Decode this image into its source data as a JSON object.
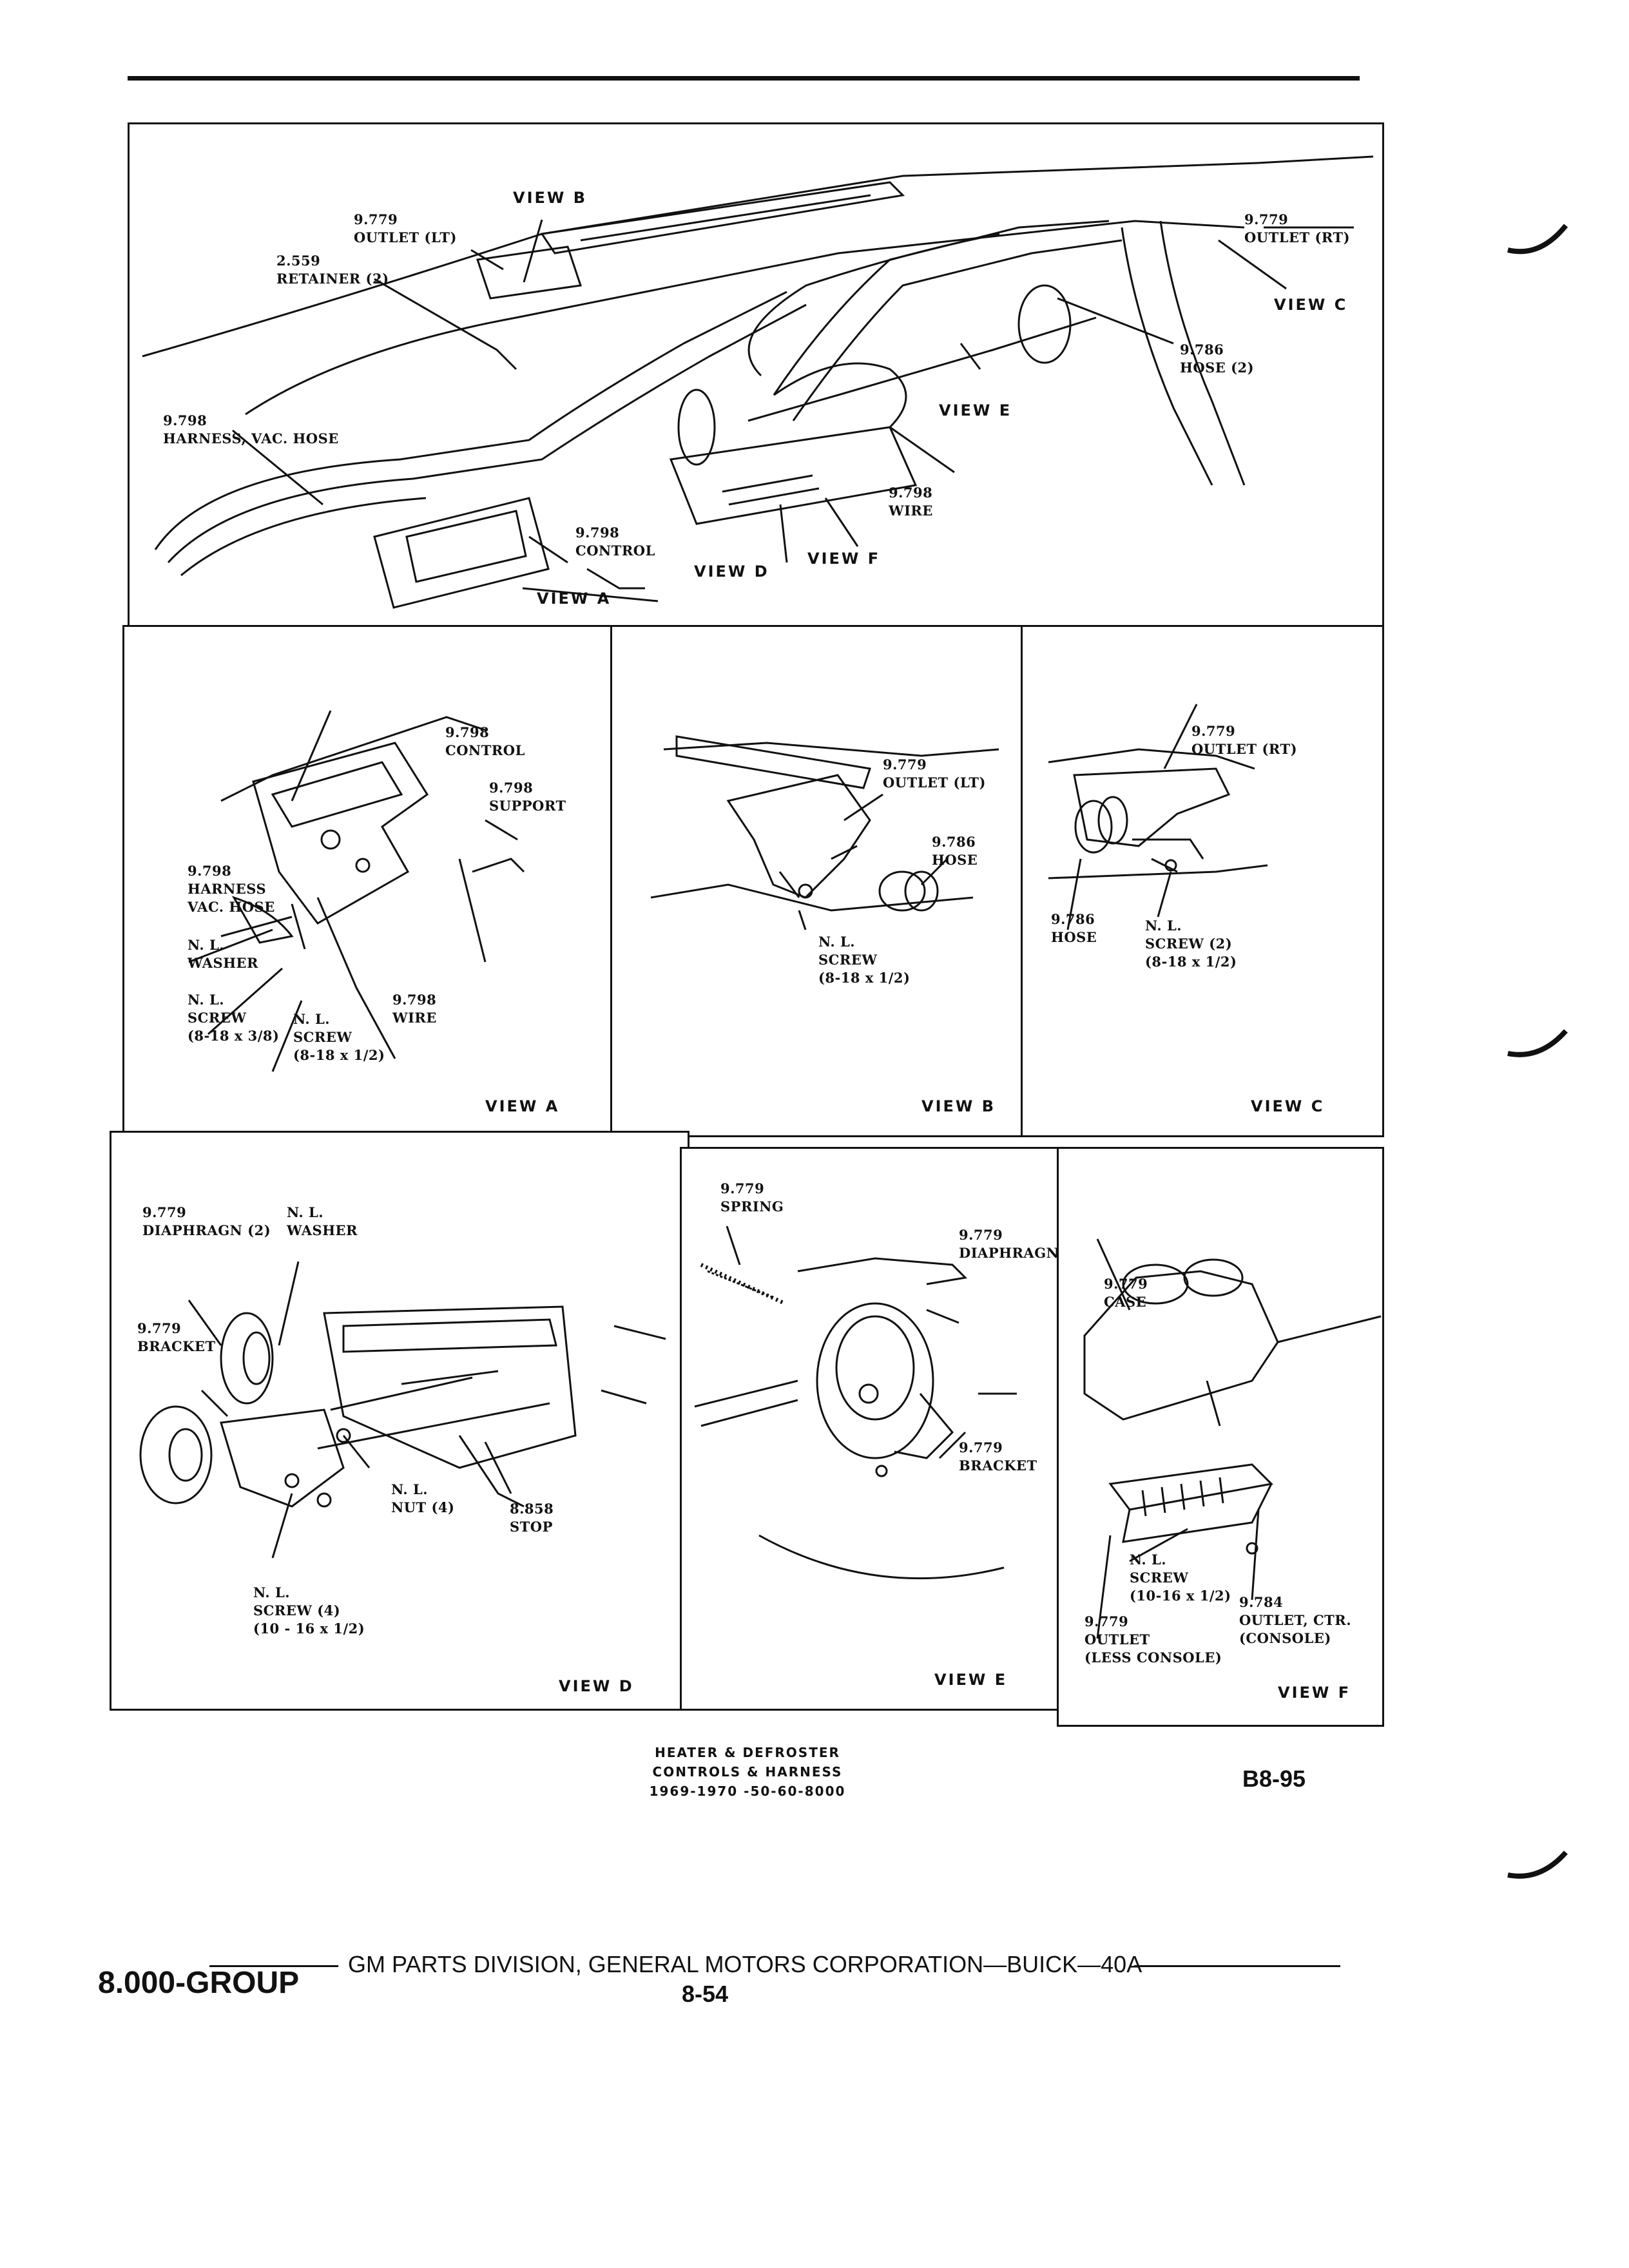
{
  "header_rule": true,
  "main_view": {
    "labels": {
      "view_b": "VIEW B",
      "outlet_lt": "9.779\nOUTLET (LT)",
      "retainer": "2.559\nRETAINER (2)",
      "outlet_rt": "9.779\nOUTLET (RT)",
      "view_c": "VIEW C",
      "hose": "9.786\nHOSE (2)",
      "view_e": "VIEW E",
      "harness": "9.798\nHARNESS, VAC. HOSE",
      "wire": "9.798\nWIRE",
      "control": "9.798\nCONTROL",
      "view_d": "VIEW D",
      "view_f": "VIEW F",
      "view_a": "VIEW A"
    }
  },
  "view_a": {
    "title": "VIEW A",
    "labels": {
      "control": "9.798\nCONTROL",
      "support": "9.798\nSUPPORT",
      "harness": "9.798\nHARNESS\nVAC. HOSE",
      "washer": "N. L.\nWASHER",
      "screw_38": "N. L.\nSCREW\n(8-18 x 3/8)",
      "screw_12": "N. L.\nSCREW\n(8-18 x 1/2)",
      "wire": "9.798\nWIRE"
    }
  },
  "view_b": {
    "title": "VIEW B",
    "labels": {
      "outlet_lt": "9.779\nOUTLET (LT)",
      "hose": "9.786\nHOSE",
      "screw": "N. L.\nSCREW\n(8-18 x 1/2)"
    }
  },
  "view_c": {
    "title": "VIEW C",
    "labels": {
      "outlet_rt": "9.779\nOUTLET (RT)",
      "hose": "9.786\nHOSE",
      "screw": "N. L.\nSCREW (2)\n(8-18 x 1/2)"
    }
  },
  "view_d": {
    "title": "VIEW D",
    "labels": {
      "diaphragm": "9.779\nDIAPHRAGN (2)",
      "washer": "N. L.\nWASHER",
      "bracket": "9.779\nBRACKET",
      "nut": "N. L.\nNUT (4)",
      "stop": "8.858\nSTOP",
      "screw": "N. L.\nSCREW (4)\n(10 - 16 x 1/2)"
    }
  },
  "view_e": {
    "title": "VIEW E",
    "labels": {
      "spring": "9.779\nSPRING",
      "diaphragm": "9.779\nDIAPHRAGN",
      "bracket": "9.779\nBRACKET"
    }
  },
  "view_f": {
    "title": "VIEW F",
    "labels": {
      "case": "9.779\nCASE",
      "screw": "N. L.\nSCREW\n(10-16 x 1/2)",
      "outlet": "9.779\nOUTLET\n(LESS CONSOLE)",
      "outlet_ctr": "9.784\nOUTLET, CTR.\n(CONSOLE)"
    }
  },
  "caption": {
    "line1": "HEATER & DEFROSTER",
    "line2": "CONTROLS & HARNESS",
    "line3": "1969-1970 -50-60-8000"
  },
  "page_code": "B8-95",
  "footer": {
    "group": "8.000-GROUP",
    "division": "GM PARTS DIVISION, GENERAL MOTORS CORPORATION—BUICK—40A",
    "page_number": "8-54"
  }
}
